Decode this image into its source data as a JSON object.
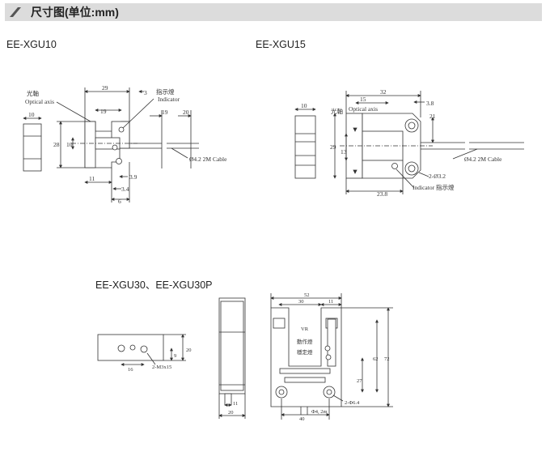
{
  "header": {
    "title": "尺寸图(单位:mm)"
  },
  "models": {
    "xgu10": "EE-XGU10",
    "xgu15": "EE-XGU15",
    "xgu30": "EE-XGU30、EE-XGU30P"
  },
  "xgu10": {
    "optical_cn": "光軸",
    "optical_en": "Optical axis",
    "indicator_cn": "指示燈",
    "indicator_en": "Indicator",
    "cable": "Ø4.2 2M Cable",
    "d29": "29",
    "d3": "3",
    "d19a": "19",
    "d19b": "19",
    "d20": "20",
    "d10a": "10",
    "d28": "28",
    "d10b": "10",
    "d11": "11",
    "d39": "3.9",
    "d34": "3.4",
    "d6": "6"
  },
  "xgu15": {
    "optical_cn": "光軸",
    "optical_en": "Optical axis",
    "indicator": "Indicator 指示燈",
    "cable": "Ø4.2 2M Cable",
    "d10": "10",
    "d32": "32",
    "d15": "15",
    "d38": "3.8",
    "d21": "21",
    "d29": "29",
    "d13": "13",
    "d238": "23.8",
    "hole": "2-Ø3.2"
  },
  "xgu30": {
    "holes_front": "2-M3x15",
    "d16": "16",
    "d9": "9",
    "d20a": "20",
    "d11": "11",
    "d20b": "20",
    "d52": "52",
    "d30": "30",
    "d11b": "11",
    "d62": "62",
    "d72": "72",
    "d27": "27",
    "d40": "40",
    "hole": "2-Φ6.4",
    "cable": "Φ4, 2m",
    "vr": "VR",
    "lamp1": "動作燈",
    "lamp2": "穩定燈"
  }
}
